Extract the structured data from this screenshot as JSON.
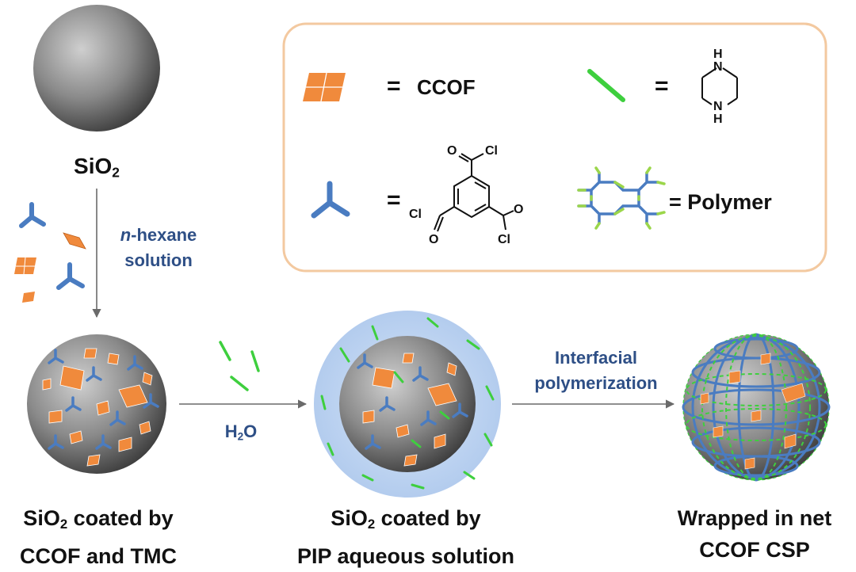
{
  "labels": {
    "sio2": "SiO",
    "sio2_sub": "2",
    "hexane_italic": "n",
    "hexane_rest": "-hexane",
    "solution": "solution",
    "h2o_h": "H",
    "h2o_sub": "2",
    "h2o_o": "O",
    "interfacial": "Interfacial",
    "polymerization": "polymerization",
    "stage1_line1_sio": "SiO",
    "stage1_line1_sub": "2",
    "stage1_line1_rest": " coated by",
    "stage1_line2": "CCOF and TMC",
    "stage2_line1_sio": "SiO",
    "stage2_line1_sub": "2",
    "stage2_line1_rest": " coated by",
    "stage2_line2": "PIP aqueous solution",
    "stage3_line1": "Wrapped in net",
    "stage3_line2": "CCOF CSP"
  },
  "legend": {
    "ccof_eq": "=",
    "ccof_label": "CCOF",
    "pip_eq": "=",
    "pip_atom_top": "H",
    "pip_atom_bottom": "N",
    "pip_atom_top2": "N",
    "pip_atom_bottom2": "H",
    "tmc_eq": "=",
    "polymer_eq": "= Polymer",
    "o_top": "O",
    "cl_top": "Cl",
    "cl_left": "Cl",
    "o_left": "O",
    "o_right": "O",
    "cl_right": "Cl"
  },
  "colors": {
    "ccof_orange": "#f08a3c",
    "tmc_blue": "#4a7cc1",
    "pip_green": "#3ecf3e",
    "legend_border": "#f3c9a0",
    "label_blue": "#2e4f86",
    "halo": "#bcd4f2",
    "sphere_dark": "#4a4a4a",
    "sphere_light": "#c9c9c9"
  }
}
